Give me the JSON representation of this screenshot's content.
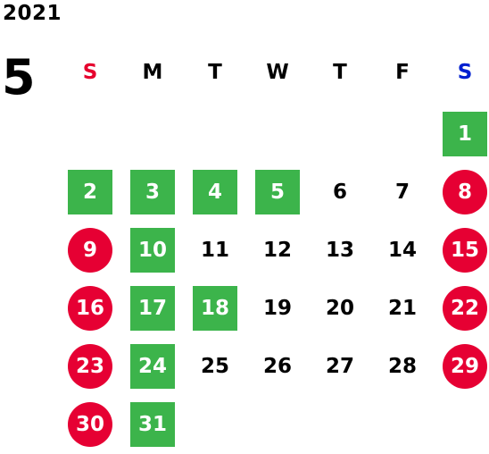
{
  "calendar": {
    "year": "2021",
    "month": "5",
    "colors": {
      "sunday_header": "#e6002d",
      "saturday_header": "#0020d0",
      "weekday_header": "#000000",
      "sunday_circle": "#e60033",
      "highlight_square": "#3cb44b"
    },
    "weekdays": [
      {
        "label": "S",
        "kind": "sun"
      },
      {
        "label": "M",
        "kind": "wk"
      },
      {
        "label": "T",
        "kind": "wk"
      },
      {
        "label": "W",
        "kind": "wk"
      },
      {
        "label": "T",
        "kind": "wk"
      },
      {
        "label": "F",
        "kind": "wk"
      },
      {
        "label": "S",
        "kind": "sat"
      }
    ],
    "weeks": [
      [
        null,
        null,
        null,
        null,
        null,
        null,
        {
          "n": "1",
          "style": "green"
        }
      ],
      [
        {
          "n": "2",
          "style": "green"
        },
        {
          "n": "3",
          "style": "green"
        },
        {
          "n": "4",
          "style": "green"
        },
        {
          "n": "5",
          "style": "green"
        },
        {
          "n": "6",
          "style": "plain"
        },
        {
          "n": "7",
          "style": "plain"
        },
        {
          "n": "8",
          "style": "red"
        }
      ],
      [
        {
          "n": "9",
          "style": "red"
        },
        {
          "n": "10",
          "style": "green"
        },
        {
          "n": "11",
          "style": "plain"
        },
        {
          "n": "12",
          "style": "plain"
        },
        {
          "n": "13",
          "style": "plain"
        },
        {
          "n": "14",
          "style": "plain"
        },
        {
          "n": "15",
          "style": "red"
        }
      ],
      [
        {
          "n": "16",
          "style": "red"
        },
        {
          "n": "17",
          "style": "green"
        },
        {
          "n": "18",
          "style": "green"
        },
        {
          "n": "19",
          "style": "plain"
        },
        {
          "n": "20",
          "style": "plain"
        },
        {
          "n": "21",
          "style": "plain"
        },
        {
          "n": "22",
          "style": "red"
        }
      ],
      [
        {
          "n": "23",
          "style": "red"
        },
        {
          "n": "24",
          "style": "green"
        },
        {
          "n": "25",
          "style": "plain"
        },
        {
          "n": "26",
          "style": "plain"
        },
        {
          "n": "27",
          "style": "plain"
        },
        {
          "n": "28",
          "style": "plain"
        },
        {
          "n": "29",
          "style": "red"
        }
      ],
      [
        {
          "n": "30",
          "style": "red"
        },
        {
          "n": "31",
          "style": "green"
        },
        null,
        null,
        null,
        null,
        null
      ]
    ]
  }
}
